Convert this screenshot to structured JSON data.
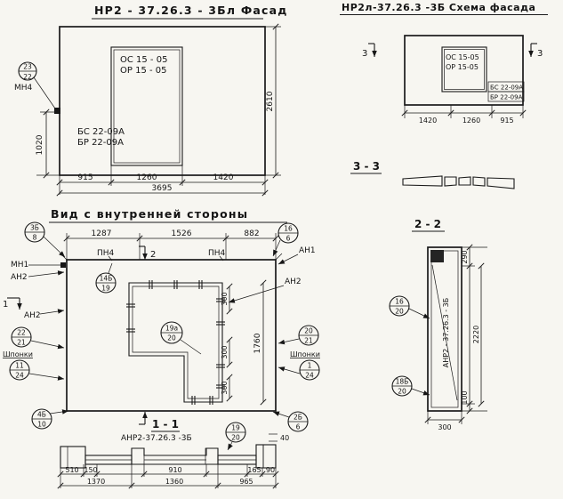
{
  "facade": {
    "title": "НР2 - 37.26.3  - 3Бл  Фасад",
    "os": "ОС 15 - 05",
    "or": "ОР 15 - 05",
    "bs": "БС 22-09А",
    "br": "БР 22-09А",
    "mn4": "МН4",
    "balloon_top": "23",
    "balloon_bottom": "22",
    "dim_915": "915",
    "dim_1260": "1260",
    "dim_1420": "1420",
    "dim_total": "3695",
    "dim_left": "1020",
    "dim_right": "2610"
  },
  "scheme": {
    "title": "НР2л-37.26.3  -3Б  Схема фасада",
    "os": "ОС 15-05",
    "or": "ОР 15-05",
    "bs": "БС 22-09А",
    "br": "БР 22-09А",
    "cut": "3",
    "dim_1420": "1420",
    "dim_1260": "1260",
    "dim_915": "915"
  },
  "section33": {
    "title": "3 - 3"
  },
  "section22": {
    "title": "2 - 2",
    "label": "АНР2 - 37.26.3 - 3Б",
    "dim_290": "290",
    "dim_2220": "2220",
    "dim_100": "100",
    "dim_300": "300",
    "b16_top": "16",
    "b16_bot": "20",
    "b18_top": "18Б",
    "b18_bot": "20"
  },
  "inner": {
    "title": "Вид  с  внутренней  стороны",
    "dim_1287": "1287",
    "dim_1526": "1526",
    "dim_882": "882",
    "dim_1760": "1760",
    "dim_300": "300",
    "pn4": "ПН4",
    "mn1": "МН1",
    "an2": "АН2",
    "an1": "АН1",
    "shponki": "Шпонки",
    "cut2": "2",
    "cut1": "1",
    "b3b_top": "3Б",
    "b3b_bot": "8",
    "b16_top": "16",
    "b16_bot": "6",
    "b14b_top": "14Б",
    "b14b_bot": "19",
    "b19a_top": "19а",
    "b19a_bot": "20",
    "b20_top": "20",
    "b20_bot": "21",
    "b22_top": "22",
    "b22_bot": "21",
    "b11_top": "11",
    "b11_bot": "24",
    "b1_top": "1",
    "b1_bot": "24",
    "b4b_top": "4Б",
    "b4b_bot": "10",
    "b2b_top": "2Б",
    "b2b_bot": "6"
  },
  "section11": {
    "title": "1 - 1",
    "label": "АНР2-37.26.3 -3Б",
    "b19_top": "19",
    "b19_bot": "20",
    "dim_40": "40",
    "dim_510": "510",
    "dim_150": "150",
    "dim_910": "910",
    "dim_165": "165",
    "dim_90": "90",
    "dim_1370": "1370",
    "dim_1360": "1360",
    "dim_965": "965"
  }
}
